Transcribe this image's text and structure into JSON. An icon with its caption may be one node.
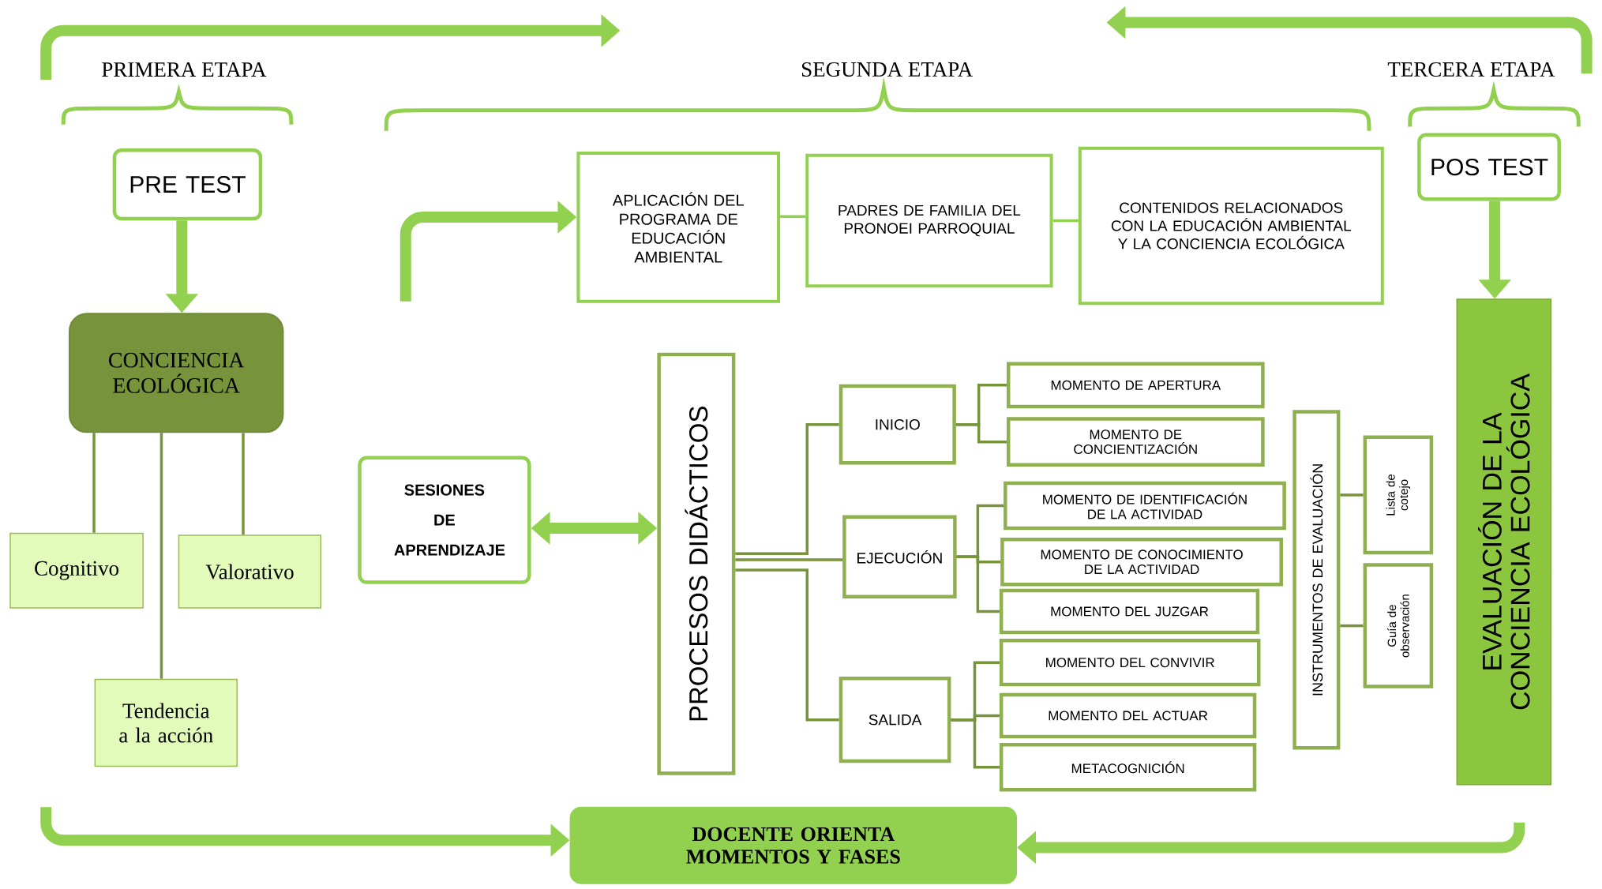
{
  "diagram": {
    "nodes": [
      {
        "text": [
          "PRIMERA ETAPA"
        ]
      },
      {
        "text": [
          "SEGUNDA ETAPA"
        ]
      },
      {
        "text": [
          "TERCERA ETAPA"
        ]
      },
      {
        "text": [
          "PRE  TEST"
        ]
      },
      {
        "text": [
          "CONCIENCIA ECOLÓGICA"
        ]
      },
      {
        "text": [
          "Cognitivo"
        ]
      },
      {
        "text": [
          "Valorativo"
        ]
      },
      {
        "text": [
          "Tendencia a la acción"
        ]
      },
      {
        "text": [
          "APLICACIÓN DEL PROGRAMA DE EDUCACIÓN AMBIENTAL"
        ]
      },
      {
        "text": [
          "PADRES DE FAMILIA DEL PRONOEI  PARROQUIAL"
        ]
      },
      {
        "text": [
          "CONTENIDOS RELACIONADOS CON LA EDUCACIÓN AMBIENTAL Y LA CONCIENCIA ECOLÓGICA"
        ]
      },
      {
        "text": [
          "POS  TEST"
        ]
      },
      {
        "text": [
          "SESIONES DE APRENDIZAJE"
        ]
      },
      {
        "text": [
          "PROCESOS DIDÁCTICOS"
        ]
      },
      {
        "text": [
          "INICIO"
        ]
      },
      {
        "text": [
          "EJECUCIÓN"
        ]
      },
      {
        "text": [
          "SALIDA"
        ]
      },
      {
        "text": [
          "MOMENTO DE APERTURA"
        ]
      },
      {
        "text": [
          "MOMENTO DE CONCIENTIZACIÓN"
        ]
      },
      {
        "text": [
          "MOMENTO DE IDENTIFICACIÓN DE LA ACTIVIDAD"
        ]
      },
      {
        "text": [
          "MOMENTO DE CONOCIMIENTO DE LA ACTIVIDAD"
        ]
      },
      {
        "text": [
          "MOMENTO DEL JUZGAR"
        ]
      },
      {
        "text": [
          "MOMENTO DEL CONVIVIR"
        ]
      },
      {
        "text": [
          "MOMENTO DEL ACTUAR"
        ]
      },
      {
        "text": [
          "METACOGNICIÓN"
        ]
      },
      {
        "text": [
          "INSTRUMENTOS DE EVALUACIÓN"
        ]
      },
      {
        "text": [
          "Lista de cotejo"
        ]
      },
      {
        "text": [
          "Guía de observación"
        ]
      },
      {
        "text": [
          "EVALUACIÓN DE LA CONCIENCIA ECOLÓGICA"
        ]
      },
      {
        "text": [
          "DOCENTE  ORIENTA MOMENTOS Y FASES"
        ]
      }
    ],
    "edges": [
      {
        "from": 3,
        "to": 4,
        "arrow": "to",
        "style": "thick",
        "color": "#92d050"
      },
      {
        "from": 4,
        "to": 5,
        "arrow": "none"
      },
      {
        "from": 4,
        "to": 7,
        "arrow": "none"
      },
      {
        "from": 4,
        "to": 6,
        "arrow": "none"
      },
      {
        "from": null,
        "to": 8,
        "arrow": "to",
        "style": "thick",
        "color": "#92d050"
      },
      {
        "from": 8,
        "to": 9,
        "arrow": "none",
        "color": "#92d050"
      },
      {
        "from": 9,
        "to": 10,
        "arrow": "none",
        "color": "#92d050"
      },
      {
        "from": 11,
        "to": 28,
        "arrow": "to",
        "style": "thick",
        "color": "#92d050"
      },
      {
        "from": 12,
        "to": 13,
        "arrow": "both",
        "style": "thick",
        "color": "#92d050"
      },
      {
        "from": 13,
        "to": 14,
        "arrow": "none"
      },
      {
        "from": 13,
        "to": 15,
        "arrow": "none"
      },
      {
        "from": 13,
        "to": 16,
        "arrow": "none"
      },
      {
        "from": 14,
        "to": 17,
        "arrow": "none"
      },
      {
        "from": 14,
        "to": 18,
        "arrow": "none"
      },
      {
        "from": 15,
        "to": 19,
        "arrow": "none"
      },
      {
        "from": 15,
        "to": 20,
        "arrow": "none"
      },
      {
        "from": 15,
        "to": 21,
        "arrow": "none"
      },
      {
        "from": 16,
        "to": 22,
        "arrow": "none"
      },
      {
        "from": 16,
        "to": 23,
        "arrow": "none"
      },
      {
        "from": 16,
        "to": 24,
        "arrow": "none"
      },
      {
        "from": 25,
        "to": 26,
        "arrow": "none"
      },
      {
        "from": 25,
        "to": 27,
        "arrow": "none"
      },
      {
        "from": null,
        "to": 29,
        "arrow": "to",
        "style": "thick",
        "color": "#92d050"
      },
      {
        "from": null,
        "to": 29,
        "arrow": "to",
        "style": "thick",
        "color": "#92d050"
      }
    ]
  }
}
